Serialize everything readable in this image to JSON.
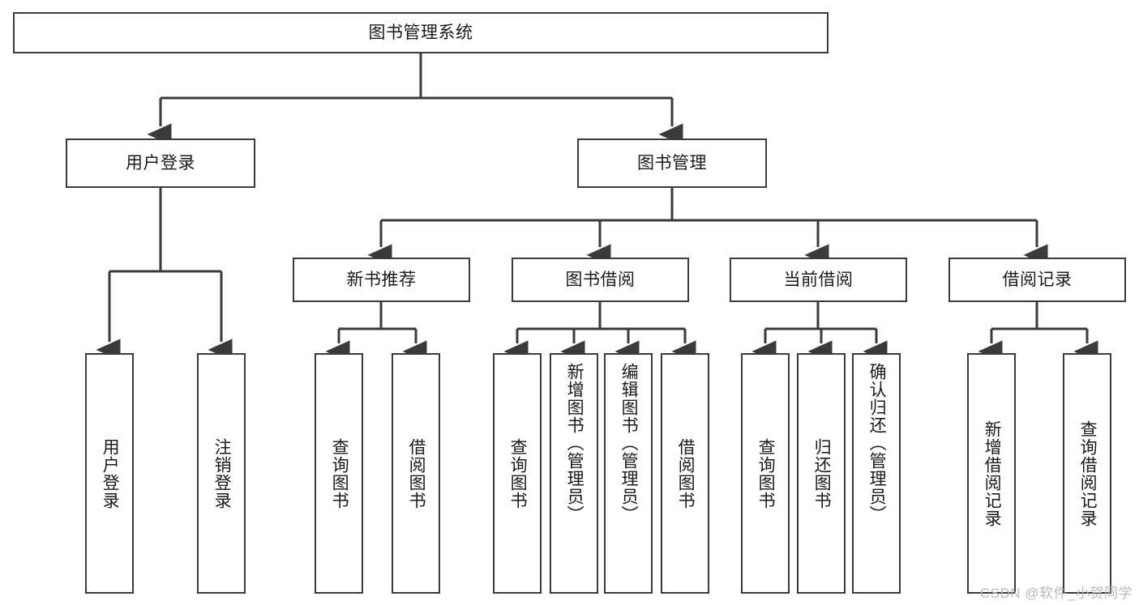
{
  "diagram": {
    "title": "图书管理系统",
    "type": "tree",
    "watermark": "CSDN @软件_小贺同学",
    "colors": {
      "box_border": "#3a3a3a",
      "box_fill": "#ffffff",
      "edge": "#3a3a3a",
      "text": "#1a1a1a",
      "watermark": "#b9b9b9"
    },
    "nodes": {
      "root": {
        "label": "图书管理系统",
        "level": 1,
        "orientation": "horizontal"
      },
      "user_login": {
        "label": "用户登录",
        "level": 2,
        "orientation": "horizontal"
      },
      "book_manage": {
        "label": "图书管理",
        "level": 2,
        "orientation": "horizontal"
      },
      "new_book_rec": {
        "label": "新书推荐",
        "level": 3,
        "orientation": "horizontal"
      },
      "book_borrow": {
        "label": "图书借阅",
        "level": 3,
        "orientation": "horizontal"
      },
      "current_borrow": {
        "label": "当前借阅",
        "level": 3,
        "orientation": "horizontal"
      },
      "borrow_record": {
        "label": "借阅记录",
        "level": 3,
        "orientation": "horizontal"
      },
      "leaf_user_login": {
        "label": "用户登录",
        "level": 4,
        "orientation": "vertical",
        "parent": "user_login"
      },
      "leaf_logout": {
        "label": "注销登录",
        "level": 4,
        "orientation": "vertical",
        "parent": "user_login"
      },
      "leaf_query_book_1": {
        "label": "查询图书",
        "level": 4,
        "orientation": "vertical",
        "parent": "new_book_rec"
      },
      "leaf_borrow_book_1": {
        "label": "借阅图书",
        "level": 4,
        "orientation": "vertical",
        "parent": "new_book_rec"
      },
      "leaf_query_book_2": {
        "label": "查询图书",
        "level": 4,
        "orientation": "vertical",
        "parent": "book_borrow"
      },
      "leaf_add_book": {
        "label": "新增图书（管理员）",
        "level": 4,
        "orientation": "vertical",
        "parent": "book_borrow"
      },
      "leaf_edit_book": {
        "label": "编辑图书（管理员）",
        "level": 4,
        "orientation": "vertical",
        "parent": "book_borrow"
      },
      "leaf_borrow_book_2": {
        "label": "借阅图书",
        "level": 4,
        "orientation": "vertical",
        "parent": "book_borrow"
      },
      "leaf_query_book_3": {
        "label": "查询图书",
        "level": 4,
        "orientation": "vertical",
        "parent": "current_borrow"
      },
      "leaf_return_book": {
        "label": "归还图书",
        "level": 4,
        "orientation": "vertical",
        "parent": "current_borrow"
      },
      "leaf_confirm_return": {
        "label": "确认归还（管理员）",
        "level": 4,
        "orientation": "vertical",
        "parent": "current_borrow"
      },
      "leaf_add_record": {
        "label": "新增借阅记录",
        "level": 4,
        "orientation": "vertical",
        "parent": "borrow_record"
      },
      "leaf_query_record": {
        "label": "查询借阅记录",
        "level": 4,
        "orientation": "vertical",
        "parent": "borrow_record"
      }
    },
    "edges": [
      {
        "from": "root",
        "to": "user_login"
      },
      {
        "from": "root",
        "to": "book_manage"
      },
      {
        "from": "book_manage",
        "to": "new_book_rec"
      },
      {
        "from": "book_manage",
        "to": "book_borrow"
      },
      {
        "from": "book_manage",
        "to": "current_borrow"
      },
      {
        "from": "book_manage",
        "to": "borrow_record"
      },
      {
        "from": "user_login",
        "to": "leaf_user_login"
      },
      {
        "from": "user_login",
        "to": "leaf_logout"
      },
      {
        "from": "new_book_rec",
        "to": "leaf_query_book_1"
      },
      {
        "from": "new_book_rec",
        "to": "leaf_borrow_book_1"
      },
      {
        "from": "book_borrow",
        "to": "leaf_query_book_2"
      },
      {
        "from": "book_borrow",
        "to": "leaf_add_book"
      },
      {
        "from": "book_borrow",
        "to": "leaf_edit_book"
      },
      {
        "from": "book_borrow",
        "to": "leaf_borrow_book_2"
      },
      {
        "from": "current_borrow",
        "to": "leaf_query_book_3"
      },
      {
        "from": "current_borrow",
        "to": "leaf_return_book"
      },
      {
        "from": "current_borrow",
        "to": "leaf_confirm_return"
      },
      {
        "from": "borrow_record",
        "to": "leaf_add_record"
      },
      {
        "from": "borrow_record",
        "to": "leaf_query_record"
      }
    ]
  }
}
